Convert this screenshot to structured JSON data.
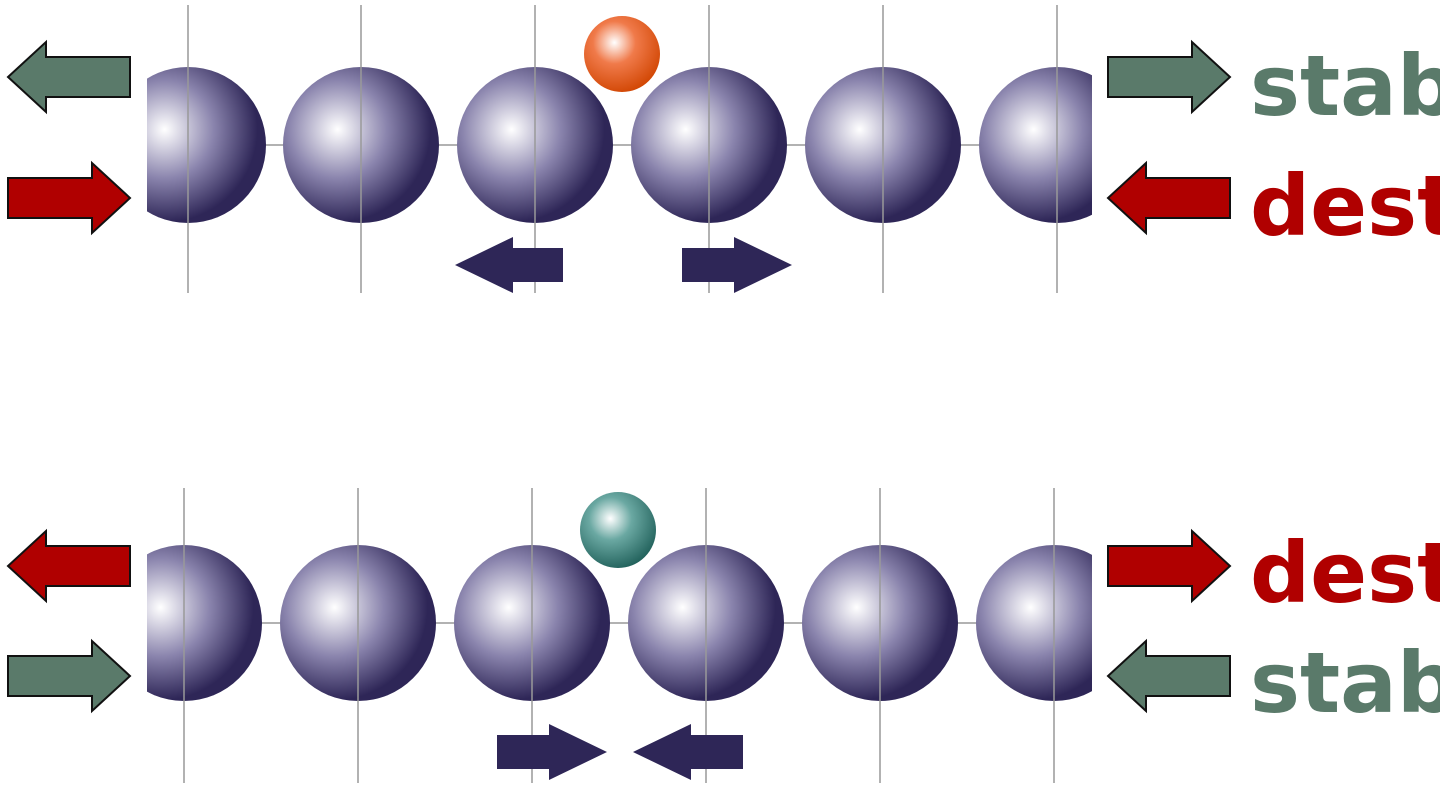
{
  "panels": [
    {
      "impurity_color": "#e0531a",
      "right_labels": [
        {
          "text": "stab",
          "color": "#5a7a6a"
        },
        {
          "text": "dest",
          "color": "#b00000"
        }
      ],
      "left_arrows": [
        {
          "direction": "left",
          "color": "#5a7a6a"
        },
        {
          "direction": "right",
          "color": "#b00000"
        }
      ],
      "right_arrows": [
        {
          "direction": "right",
          "color": "#5a7a6a"
        },
        {
          "direction": "left",
          "color": "#b00000"
        }
      ],
      "lattice_arrows": "outward"
    },
    {
      "impurity_color": "#3e8a84",
      "right_labels": [
        {
          "text": "dest",
          "color": "#b00000"
        },
        {
          "text": "stab",
          "color": "#5a7a6a"
        }
      ],
      "left_arrows": [
        {
          "direction": "left",
          "color": "#b00000"
        },
        {
          "direction": "right",
          "color": "#5a7a6a"
        }
      ],
      "right_arrows": [
        {
          "direction": "right",
          "color": "#b00000"
        },
        {
          "direction": "left",
          "color": "#5a7a6a"
        }
      ],
      "lattice_arrows": "inward"
    }
  ],
  "colors": {
    "atom": "#2e2657",
    "lattice_arrow": "#2e2657",
    "grid": "#999999"
  }
}
